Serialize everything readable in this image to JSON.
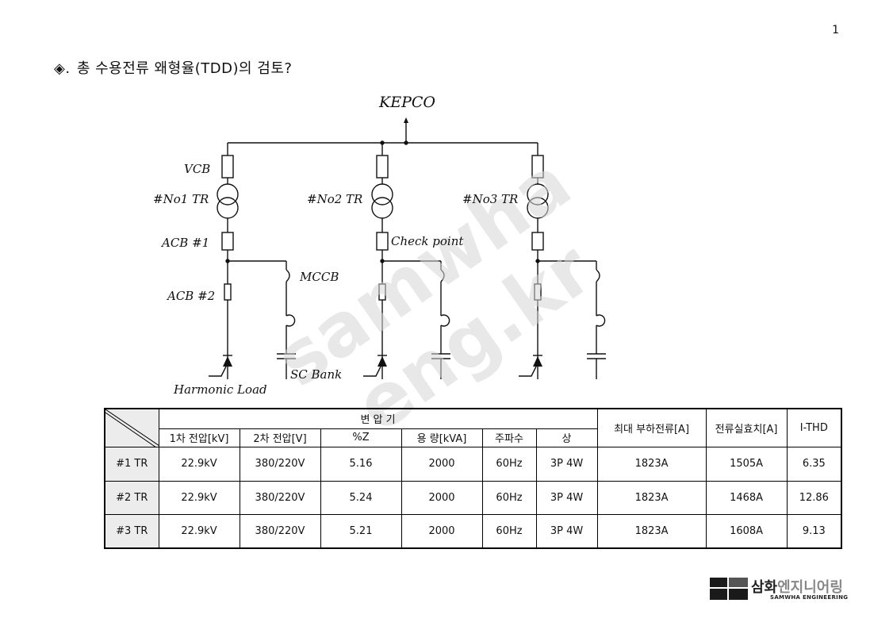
{
  "page": {
    "number": "1"
  },
  "heading": {
    "bullet": "◈.",
    "text": "총 수용전류 왜형율(TDD)의 검토?"
  },
  "diagram": {
    "source": "KEPCO",
    "vcb": "VCB",
    "tr1": "#No1  TR",
    "tr2": "#No2  TR",
    "tr3": "#No3  TR",
    "acb1": "ACB  #1",
    "acb2": "ACB  #2",
    "check": "Check  point",
    "mccb": "MCCB",
    "scbank": "SC  Bank",
    "load": "Harmonic  Load"
  },
  "watermark": {
    "line1": "samwha",
    "line2": "eng.kr"
  },
  "table": {
    "group_header": "변     압     기",
    "sub_headers": [
      "1차 전압[kV]",
      "2차 전압[V]",
      "%Z",
      "용 량[kVA]",
      "주파수",
      "상"
    ],
    "max_load": "최대 부하전류[A]",
    "rms": "전류실효치[A]",
    "ithd": "I-THD",
    "rows": [
      {
        "name": "#1 TR",
        "cells": [
          "22.9kV",
          "380/220V",
          "5.16",
          "2000",
          "60Hz",
          "3P 4W",
          "1823A",
          "1505A",
          "6.35"
        ]
      },
      {
        "name": "#2 TR",
        "cells": [
          "22.9kV",
          "380/220V",
          "5.24",
          "2000",
          "60Hz",
          "3P 4W",
          "1823A",
          "1468A",
          "12.86"
        ]
      },
      {
        "name": "#3 TR",
        "cells": [
          "22.9kV",
          "380/220V",
          "5.21",
          "2000",
          "60Hz",
          "3P 4W",
          "1823A",
          "1608A",
          "9.13"
        ]
      }
    ]
  },
  "logo": {
    "main": "삼화",
    "sub": "엔지니어링",
    "english": "SAMWHA ENGINEERING"
  }
}
